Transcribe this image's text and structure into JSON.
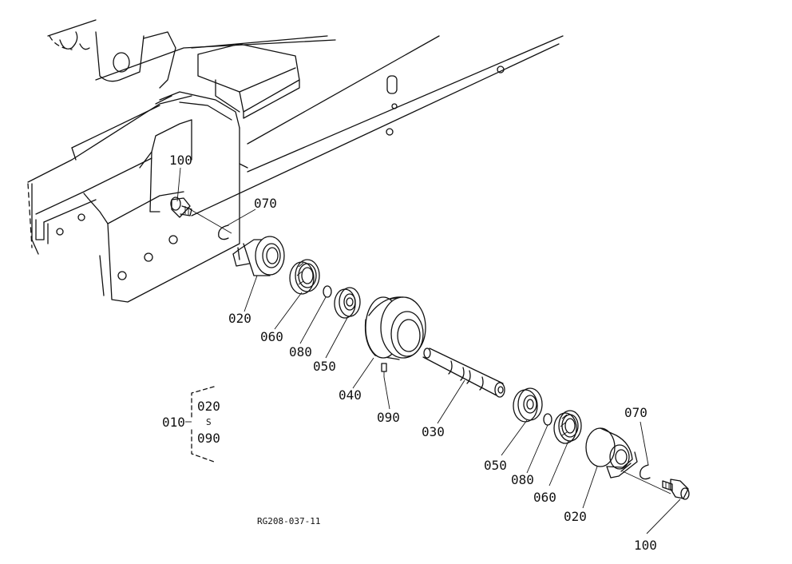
{
  "labels": {
    "p100_top": "100",
    "p070_top": "070",
    "p020_left": "020",
    "p060_left": "060",
    "p080_left": "080",
    "p050_left": "050",
    "p040": "040",
    "p090": "090",
    "p030": "030",
    "p050_right": "050",
    "p080_right": "080",
    "p060_right": "060",
    "p020_right": "020",
    "p070_right": "070",
    "p100_bottom": "100"
  },
  "assembly": {
    "id": "010",
    "from": "020",
    "range_symbol": "S",
    "to": "090"
  },
  "drawing_code": "RG208-037-11"
}
